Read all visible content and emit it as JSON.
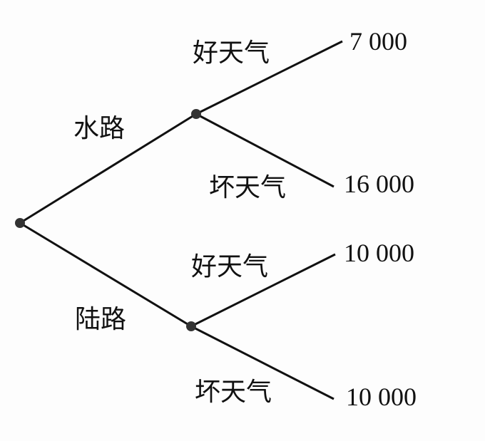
{
  "tree": {
    "branches": {
      "water": "水路",
      "land": "陆路"
    },
    "outcomes": [
      {
        "branch": "水路",
        "weather": "好天气",
        "value": "7 000"
      },
      {
        "branch": "水路",
        "weather": "坏天气",
        "value": "16 000"
      },
      {
        "branch": "陆路",
        "weather": "好天气",
        "value": "10 000"
      },
      {
        "branch": "陆路",
        "weather": "坏天气",
        "value": "10 000"
      }
    ]
  }
}
